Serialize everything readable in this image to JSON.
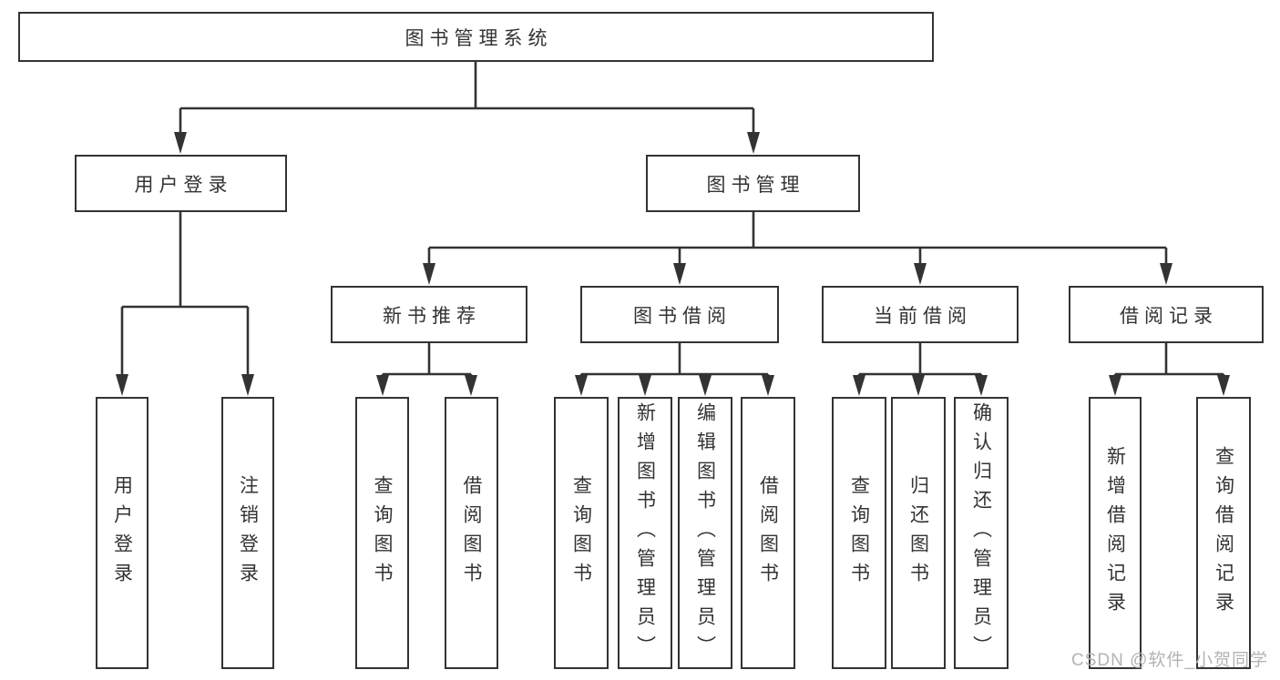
{
  "colors": {
    "line": "#333333",
    "border": "#333333",
    "text": "#333333",
    "watermark": "#b3b3b3",
    "background": "#ffffff"
  },
  "tree": {
    "root": {
      "label": "图书管理系统"
    },
    "branches": [
      {
        "label": "用户登录",
        "children": [
          {
            "label": "用户登录"
          },
          {
            "label": "注销登录"
          }
        ]
      },
      {
        "label": "图书管理",
        "children": [
          {
            "label": "新书推荐",
            "children": [
              {
                "label": "查询图书"
              },
              {
                "label": "借阅图书"
              }
            ]
          },
          {
            "label": "图书借阅",
            "children": [
              {
                "label": "查询图书"
              },
              {
                "label": "新增图书（管理员）"
              },
              {
                "label": "编辑图书（管理员）"
              },
              {
                "label": "借阅图书"
              }
            ]
          },
          {
            "label": "当前借阅",
            "children": [
              {
                "label": "查询图书"
              },
              {
                "label": "归还图书"
              },
              {
                "label": "确认归还（管理员）"
              }
            ]
          },
          {
            "label": "借阅记录",
            "children": [
              {
                "label": "新增借阅记录"
              },
              {
                "label": "查询借阅记录"
              }
            ]
          }
        ]
      }
    ]
  },
  "watermark": {
    "text": "CSDN @软件_小贺同学"
  }
}
